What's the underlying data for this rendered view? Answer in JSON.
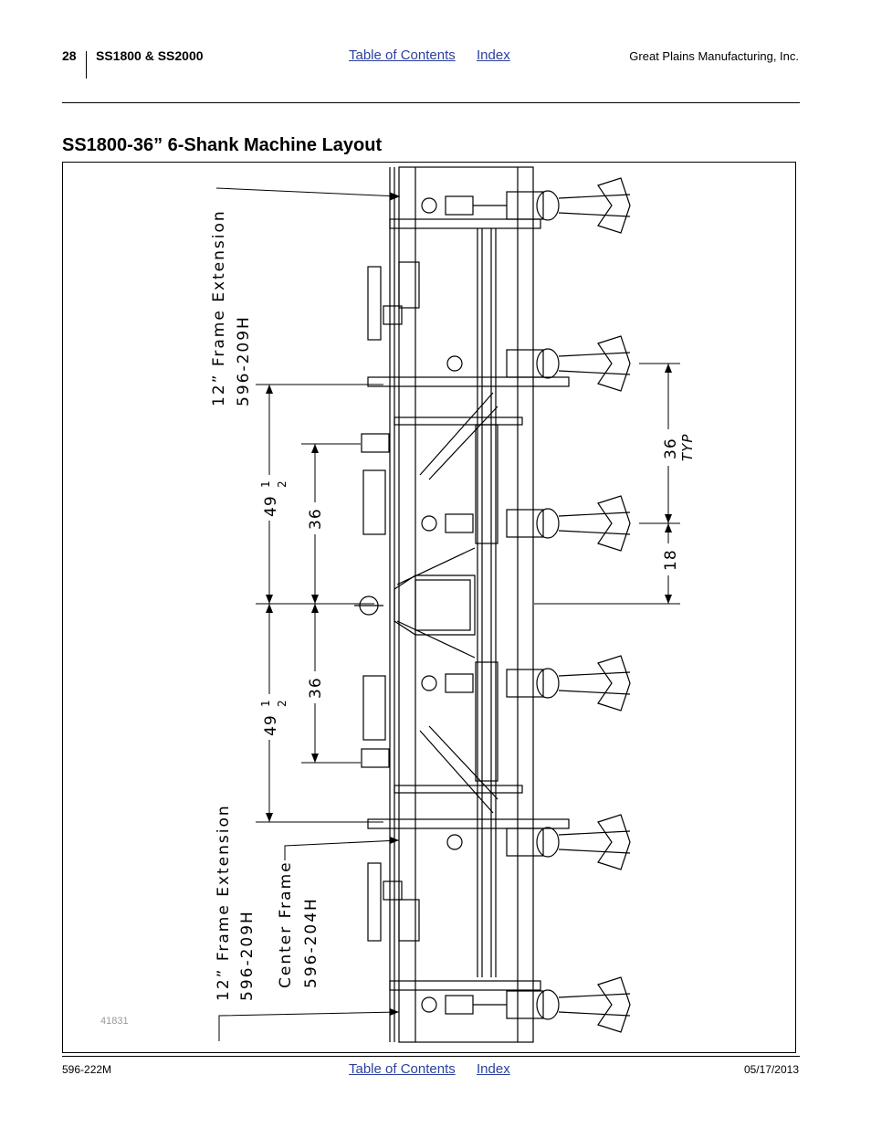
{
  "header": {
    "page_number": "28",
    "model": "SS1800 & SS2000",
    "toc_link": "Table of Contents",
    "index_link": "Index",
    "company": "Great Plains Manufacturing, Inc."
  },
  "title": "SS1800-36” 6-Shank Machine Layout",
  "drawing": {
    "labels": {
      "frame_ext_top_line1": "12” Frame Extension",
      "frame_ext_top_line2": "596-209H",
      "frame_ext_bot_line1": "12” Frame Extension",
      "frame_ext_bot_line2": "596-209H",
      "center_frame_line1": "Center Frame",
      "center_frame_line2": "596-204H",
      "dim_49a": "49",
      "dim_49b": "49",
      "dim_half_num_a": "1",
      "dim_half_den_a": "2",
      "dim_half_num_b": "1",
      "dim_half_den_b": "2",
      "dim_36a": "36",
      "dim_36b": "36",
      "dim_36typ": "36",
      "dim_typ": "TYP",
      "dim_18": "18",
      "figure_number": "41831"
    }
  },
  "footer": {
    "doc_number": "596-222M",
    "toc_link": "Table of Contents",
    "index_link": "Index",
    "date": "05/17/2013"
  }
}
